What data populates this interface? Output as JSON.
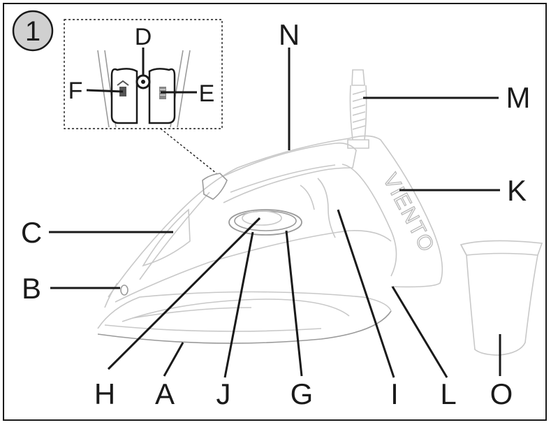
{
  "figure_number": "1",
  "brand_text": "VIENTO",
  "labels": {
    "A": "A",
    "B": "B",
    "C": "C",
    "D": "D",
    "E": "E",
    "F": "F",
    "G": "G",
    "H": "H",
    "I": "I",
    "J": "J",
    "K": "K",
    "L": "L",
    "M": "M",
    "N": "N",
    "O": "O"
  }
}
